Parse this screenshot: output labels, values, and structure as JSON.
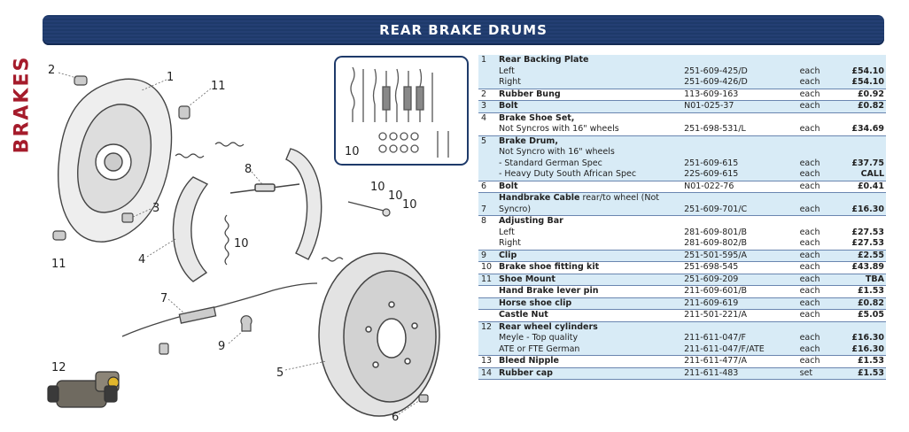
{
  "page": {
    "side_title": "BRAKES",
    "banner_title": "REAR BRAKE DRUMS"
  },
  "diagram": {
    "callouts": [
      "2",
      "1",
      "11",
      "3",
      "11",
      "4",
      "8",
      "10",
      "10",
      "10",
      "10",
      "10",
      "7",
      "9",
      "5",
      "12",
      "6"
    ]
  },
  "parts_table": {
    "rows": [
      {
        "num": "1",
        "lines": [
          {
            "desc": "Rear Backing Plate",
            "bold": true,
            "pn": "",
            "unit": "",
            "price": ""
          },
          {
            "desc": "Left",
            "pn": "251-609-425/D",
            "unit": "each",
            "price": "£54.10"
          },
          {
            "desc": "Right",
            "pn": "251-609-426/D",
            "unit": "each",
            "price": "£54.10"
          }
        ]
      },
      {
        "num": "2",
        "lines": [
          {
            "desc": "Rubber Bung",
            "bold": true,
            "pn": "113-609-163",
            "unit": "each",
            "price": "£0.92"
          }
        ]
      },
      {
        "num": "3",
        "lines": [
          {
            "desc": "Bolt",
            "bold": true,
            "pn": "N01-025-37",
            "unit": "each",
            "price": "£0.82"
          }
        ]
      },
      {
        "num": "4",
        "lines": [
          {
            "desc": "Brake Shoe Set,",
            "bold": true,
            "pn": "",
            "unit": "",
            "price": ""
          },
          {
            "desc": "Not Syncros with 16\" wheels",
            "pn": "251-698-531/L",
            "unit": "each",
            "price": "£34.69"
          }
        ]
      },
      {
        "num": "5",
        "lines": [
          {
            "desc": "Brake Drum,",
            "bold": true,
            "pn": "",
            "unit": "",
            "price": ""
          },
          {
            "desc": "Not Syncro with 16\" wheels",
            "pn": "",
            "unit": "",
            "price": ""
          },
          {
            "desc": "- Standard German Spec",
            "pn": "251-609-615",
            "unit": "each",
            "price": "£37.75"
          },
          {
            "desc": "- Heavy Duty South African Spec",
            "pn": "22S-609-615",
            "unit": "each",
            "price": "CALL"
          }
        ]
      },
      {
        "num": "6",
        "lines": [
          {
            "desc": "Bolt",
            "bold": true,
            "pn": "N01-022-76",
            "unit": "each",
            "price": "£0.41"
          }
        ]
      },
      {
        "num": "7",
        "lines": [
          {
            "desc": "Handbrake Cable",
            "bold": true,
            "suffix": " rear/to wheel (Not Syncro)",
            "pn": "251-609-701/C",
            "unit": "each",
            "price": "£16.30"
          }
        ]
      },
      {
        "num": "8",
        "lines": [
          {
            "desc": "Adjusting Bar",
            "bold": true,
            "pn": "",
            "unit": "",
            "price": ""
          },
          {
            "desc": "Left",
            "pn": "281-609-801/B",
            "unit": "each",
            "price": "£27.53"
          },
          {
            "desc": "Right",
            "pn": "281-609-802/B",
            "unit": "each",
            "price": "£27.53"
          }
        ]
      },
      {
        "num": "9",
        "lines": [
          {
            "desc": "Clip",
            "bold": true,
            "pn": "251-501-595/A",
            "unit": "each",
            "price": "£2.55"
          }
        ]
      },
      {
        "num": "10",
        "lines": [
          {
            "desc": "Brake shoe fitting kit",
            "bold": true,
            "pn": "251-698-545",
            "unit": "each",
            "price": "£43.89"
          }
        ]
      },
      {
        "num": "11",
        "lines": [
          {
            "desc": "Shoe Mount",
            "bold": true,
            "pn": "251-609-209",
            "unit": "each",
            "price": "TBA"
          }
        ]
      },
      {
        "num": "",
        "lines": [
          {
            "desc": "Hand Brake lever pin",
            "bold": true,
            "pn": "211-609-601/B",
            "unit": "each",
            "price": "£1.53"
          }
        ]
      },
      {
        "num": "",
        "lines": [
          {
            "desc": "Horse shoe clip",
            "bold": true,
            "pn": "211-609-619",
            "unit": "each",
            "price": "£0.82"
          }
        ]
      },
      {
        "num": "",
        "lines": [
          {
            "desc": "Castle Nut",
            "bold": true,
            "pn": "211-501-221/A",
            "unit": "each",
            "price": "£5.05"
          }
        ]
      },
      {
        "num": "12",
        "lines": [
          {
            "desc": "Rear wheel cylinders",
            "bold": true,
            "pn": "",
            "unit": "",
            "price": ""
          },
          {
            "desc": "Meyle - Top quality",
            "pn": "211-611-047/F",
            "unit": "each",
            "price": "£16.30"
          },
          {
            "desc": "ATE or FTE German",
            "pn": "211-611-047/F/ATE",
            "unit": "each",
            "price": "£16.30"
          }
        ]
      },
      {
        "num": "13",
        "lines": [
          {
            "desc": "Bleed Nipple",
            "bold": true,
            "pn": "211-611-477/A",
            "unit": "each",
            "price": "£1.53"
          }
        ]
      },
      {
        "num": "14",
        "lines": [
          {
            "desc": "Rubber cap",
            "bold": true,
            "pn": "211-611-483",
            "unit": "set",
            "price": "£1.53"
          }
        ]
      }
    ]
  }
}
